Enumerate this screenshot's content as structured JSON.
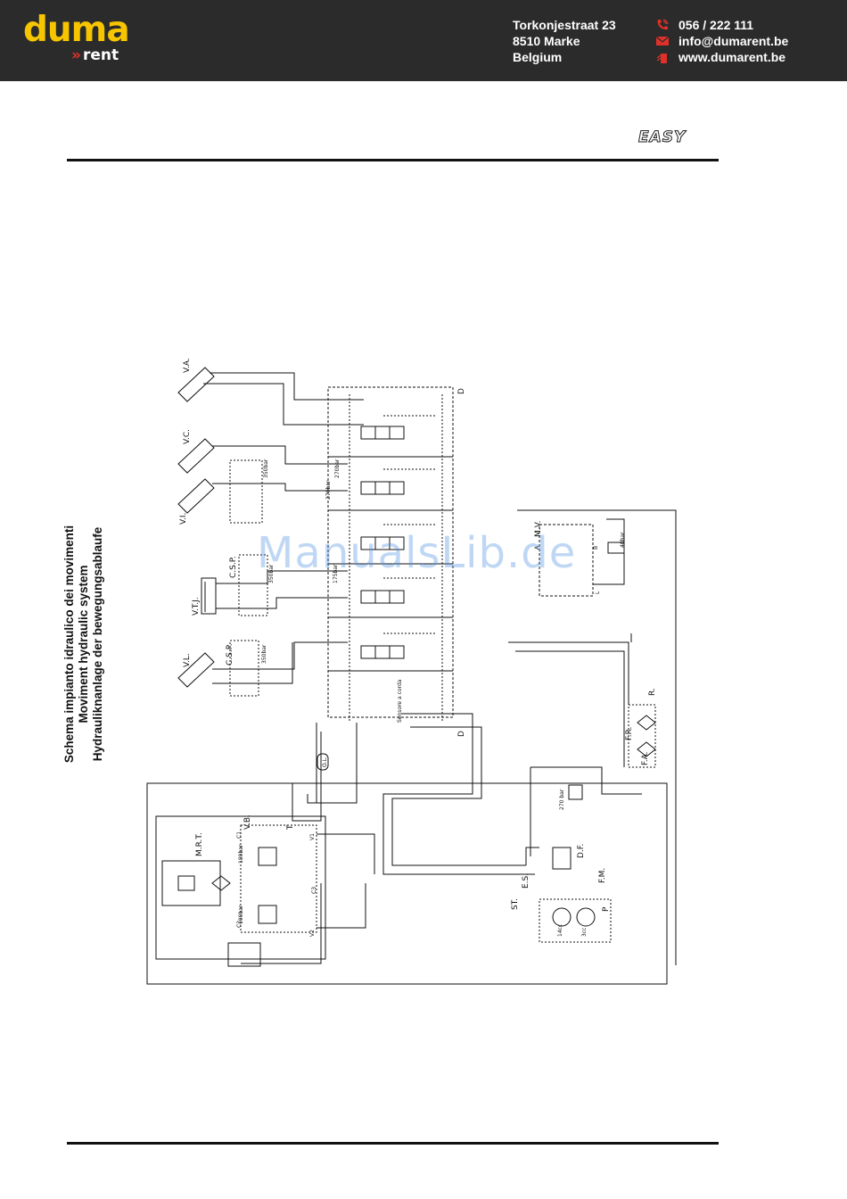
{
  "header": {
    "logo": {
      "brand": "duma",
      "sub": "rent",
      "chevron": "»"
    },
    "address": [
      "Torkonjestraat 23",
      "8510 Marke",
      "Belgium"
    ],
    "contacts": [
      {
        "icon": "phone-icon",
        "text": "056 / 222 111"
      },
      {
        "icon": "mail-icon",
        "text": "info@dumarent.be"
      },
      {
        "icon": "web-icon",
        "text": "www.dumarent.be"
      }
    ],
    "colors": {
      "bar": "#2b2b2b",
      "brand_yellow": "#f6c500",
      "accent_red": "#e0302a"
    }
  },
  "model_logo": "EASY",
  "title_lines": [
    "Schema impianto idraulico dei movimenti",
    "Moviment hydraulic system",
    "Hydrauliknanlage der bewegungsablaufe"
  ],
  "watermark": "ManualsLib.de",
  "diagram_labels": {
    "va": "V.A.",
    "vc": "V.C.",
    "vi": "V.I.",
    "vtj": "V.T.J.",
    "vl": "V.L.",
    "csp1": "C.S.P.",
    "csp2": "C.S.P.",
    "d_top": "D",
    "d_bottom": "D",
    "mv": "M.V.",
    "r": "R.",
    "fr": "F.R.",
    "fa": "F.A.",
    "mrt": "M.R.T.",
    "vb": "V.B.",
    "df": "D.F.",
    "fm": "F.M.",
    "es": "E.S.",
    "st": "ST.",
    "p": "P",
    "t": "T",
    "v1": "V1",
    "v2": "V2",
    "c1": "C1",
    "c2": "C2",
    "c3": "C3",
    "ol": "O.L.",
    "a": "A",
    "b": "B",
    "l": "L",
    "p350a": "350bar",
    "p350b": "350bar",
    "p350c": "350bar",
    "p270a": "270bar",
    "p270b": "270bar",
    "p175": "175bar",
    "p180": "180bar",
    "p100": "100bar",
    "p40": "40bar",
    "p270c": "270 bar",
    "sensor": "Sensore a corda",
    "cc14": "14cc",
    "cc3": "3cc"
  }
}
